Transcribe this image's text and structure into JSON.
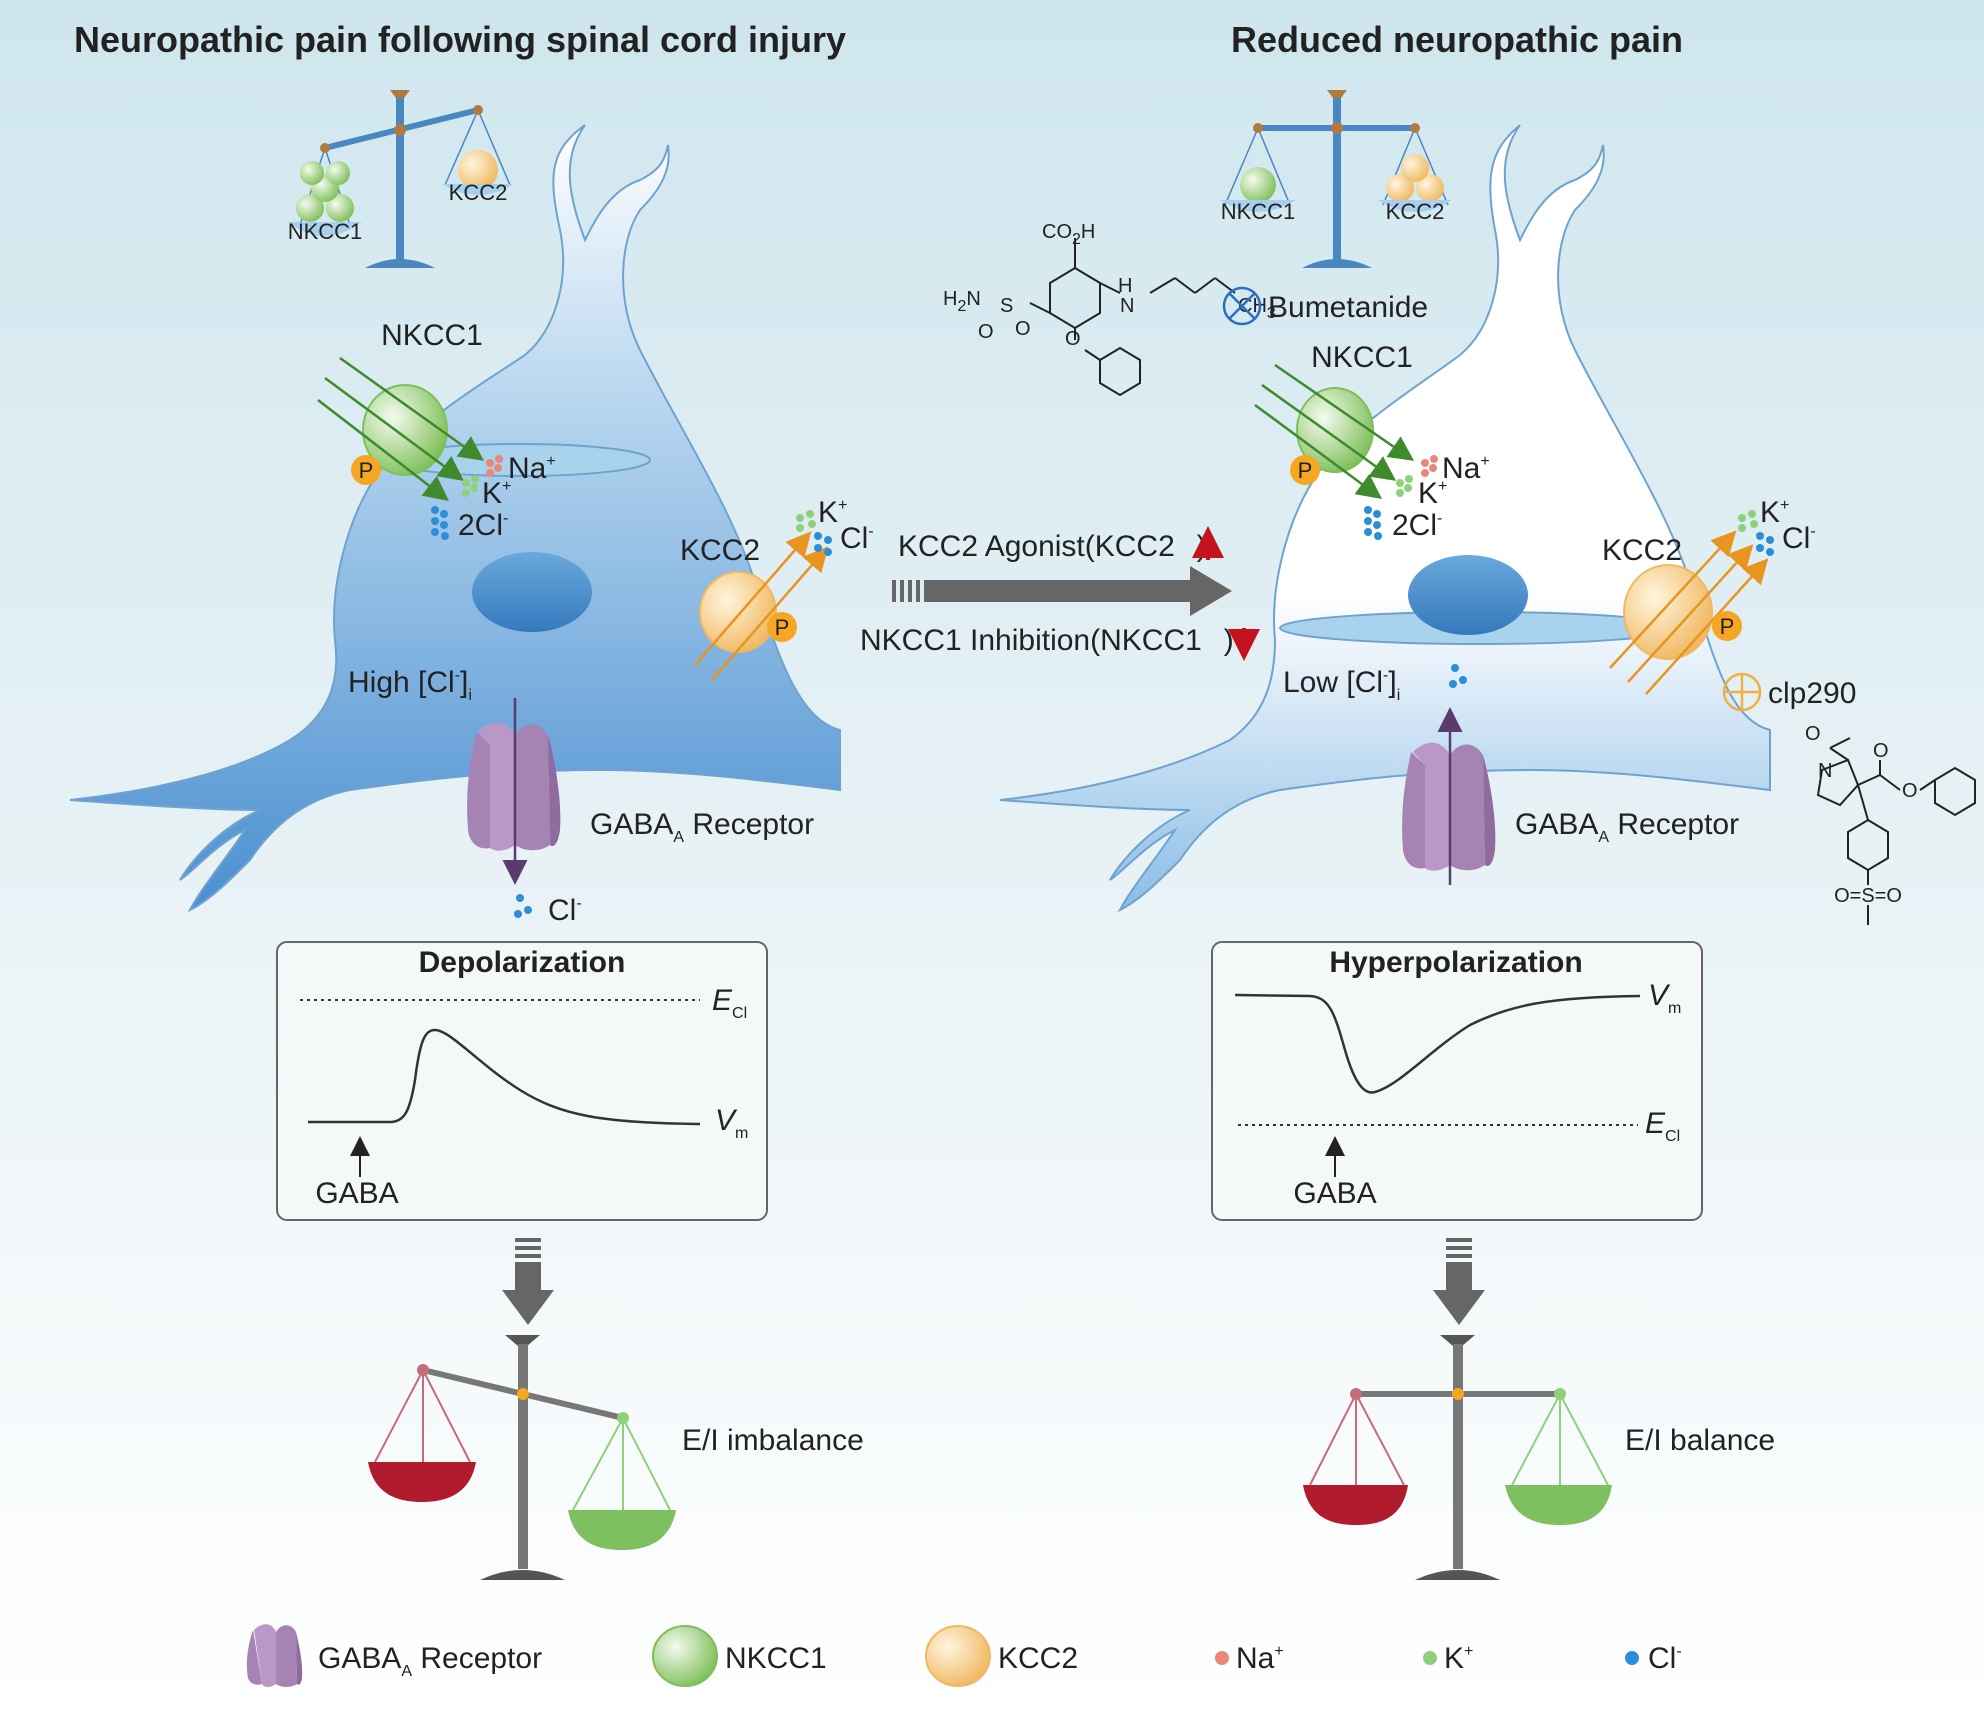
{
  "left_panel": {
    "title": "Neuropathic pain following spinal cord injury",
    "scale_left_label": "NKCC1",
    "scale_right_label": "KCC2",
    "nkcc1_label": "NKCC1",
    "phospho_label": "P",
    "ions_na": "Na",
    "ions_na_sup": "+",
    "ions_k": "K",
    "ions_k_sup": "+",
    "ions_cl": "2Cl",
    "ions_cl_sup": "-",
    "kcc2_label": "KCC2",
    "kcc2_k": "K",
    "kcc2_k_sup": "+",
    "kcc2_cl": "Cl",
    "kcc2_cl_sup": "-",
    "chloride_level": "High [Cl",
    "chloride_level_sup": "-",
    "chloride_level_tail": "]",
    "chloride_level_sub": "i",
    "receptor_label": "GABA",
    "receptor_sub": "A",
    "receptor_tail": " Receptor",
    "efflux_cl": "Cl",
    "efflux_cl_sup": "-",
    "box_title": "Depolarization",
    "ecl_label": "E",
    "ecl_sub": "Cl",
    "vm_label": "V",
    "vm_sub": "m",
    "gaba_label": "GABA",
    "balance_label": "E/I imbalance"
  },
  "right_panel": {
    "title": "Reduced neuropathic pain",
    "scale_left_label": "NKCC1",
    "scale_right_label": "KCC2",
    "inhibitor_label": "Bumetanide",
    "nkcc1_label": "NKCC1",
    "phospho_label": "P",
    "ions_na": "Na",
    "ions_na_sup": "+",
    "ions_k": "K",
    "ions_k_sup": "+",
    "ions_cl": "2Cl",
    "ions_cl_sup": "-",
    "kcc2_label": "KCC2",
    "kcc2_k": "K",
    "kcc2_k_sup": "+",
    "kcc2_cl": "Cl",
    "kcc2_cl_sup": "-",
    "chloride_level": "Low  [Cl",
    "chloride_level_sup": "-",
    "chloride_level_tail": "]",
    "chloride_level_sub": "i",
    "agonist_label": "clp290",
    "receptor_label": "GABA",
    "receptor_sub": "A",
    "receptor_tail": " Receptor",
    "box_title": "Hyperpolarization",
    "ecl_label": "E",
    "ecl_sub": "Cl",
    "vm_label": "V",
    "vm_sub": "m",
    "gaba_label": "GABA",
    "balance_label": "E/I balance"
  },
  "center_arrow": {
    "upper_label": "KCC2 Agonist(KCC2",
    "upper_tail": ")",
    "lower_label": "NKCC1 Inhibition(NKCC1",
    "lower_tail": ")"
  },
  "bumetanide_structure": {
    "co2h": "CO",
    "co2h_sub": "2",
    "co2h_tail": "H",
    "h": "H",
    "n": "N",
    "h2n": "H",
    "h2n_sub": "2",
    "h2n_tail": "N",
    "s": "S",
    "o1": "O",
    "o2": "O",
    "o3": "O",
    "ch3": "CH",
    "ch3_sub": "3"
  },
  "clp290_structure": {
    "o_top": "O",
    "n": "N",
    "o_ester1": "O",
    "o_ester2": "O",
    "sulfone": "O=S=O"
  },
  "legend": {
    "receptor": "GABA",
    "receptor_sub": "A",
    "receptor_tail": " Receptor",
    "nkcc1": "NKCC1",
    "kcc2": "KCC2",
    "na": "Na",
    "na_sup": "+",
    "k": "K",
    "k_sup": "+",
    "cl": "Cl",
    "cl_sup": "-"
  },
  "colors": {
    "nkcc1_green": "#7fbf5a",
    "kcc2_orange": "#f0b860",
    "phospho": "#f5a623",
    "cell_blue": "#5b9bd5",
    "excitation_red": "#b01c2e",
    "inhibition_green": "#7dc060",
    "na_ion": "#e8877a",
    "k_ion": "#8fd07a",
    "cl_ion": "#2a8fd8",
    "receptor_purple": "#a584b3",
    "arrow_gray": "#666666"
  }
}
